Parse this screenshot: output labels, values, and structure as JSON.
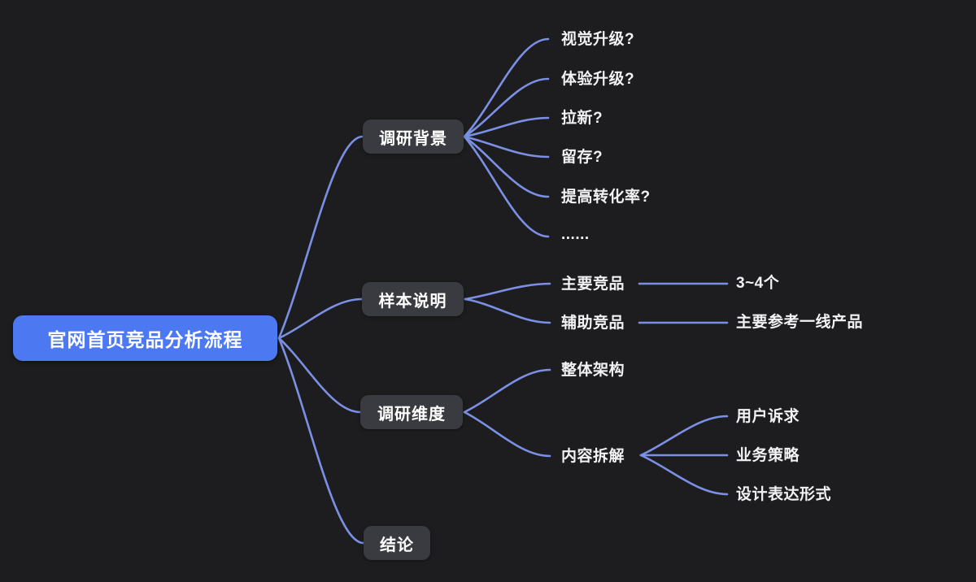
{
  "canvas": {
    "background_color": "#1d1d1f",
    "connector_color": "#7b90e4",
    "root_node_color": "#4c79f2",
    "branch_node_color": "#3a3b40",
    "text_color": "#ffffff"
  },
  "mindmap": {
    "root": {
      "label": "官网首页竞品分析流程"
    },
    "branches": [
      {
        "label": "调研背景",
        "children": [
          {
            "label": "视觉升级?"
          },
          {
            "label": "体验升级?"
          },
          {
            "label": "拉新?"
          },
          {
            "label": "留存?"
          },
          {
            "label": "提高转化率?"
          },
          {
            "label": "......"
          }
        ]
      },
      {
        "label": "样本说明",
        "children": [
          {
            "label": "主要竞品",
            "children": [
              {
                "label": "3~4个"
              }
            ]
          },
          {
            "label": "辅助竞品",
            "children": [
              {
                "label": "主要参考一线产品"
              }
            ]
          }
        ]
      },
      {
        "label": "调研维度",
        "children": [
          {
            "label": "整体架构"
          },
          {
            "label": "内容拆解",
            "children": [
              {
                "label": "用户诉求"
              },
              {
                "label": "业务策略"
              },
              {
                "label": "设计表达形式"
              }
            ]
          }
        ]
      },
      {
        "label": "结论",
        "children": []
      }
    ]
  }
}
